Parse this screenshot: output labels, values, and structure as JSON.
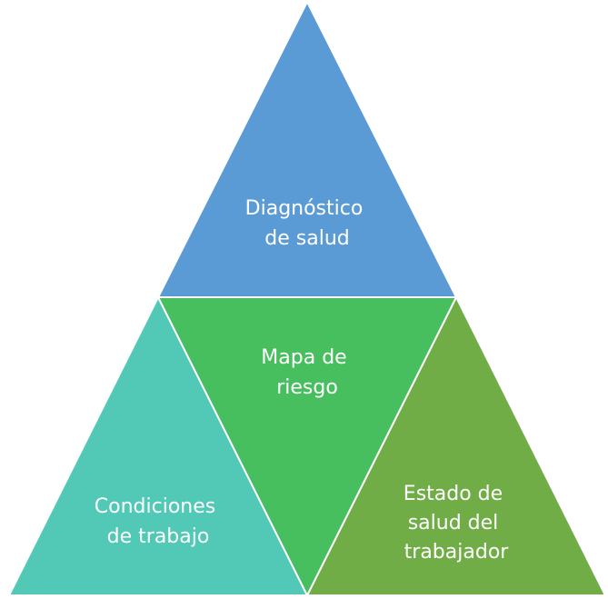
{
  "diagram": {
    "type": "triangle-pyramid",
    "sections": [
      {
        "id": "top",
        "lines": [
          "Diagnóstico",
          "de salud"
        ],
        "color": "#5b9bd5"
      },
      {
        "id": "center",
        "lines": [
          "Mapa de",
          "riesgo"
        ],
        "color": "#47bf5f"
      },
      {
        "id": "bottom-left",
        "lines": [
          "Condiciones",
          "de trabajo"
        ],
        "color": "#52c9b6"
      },
      {
        "id": "bottom-right",
        "lines": [
          "Estado de",
          "salud del",
          "trabajador"
        ],
        "color": "#70ad47"
      }
    ]
  }
}
